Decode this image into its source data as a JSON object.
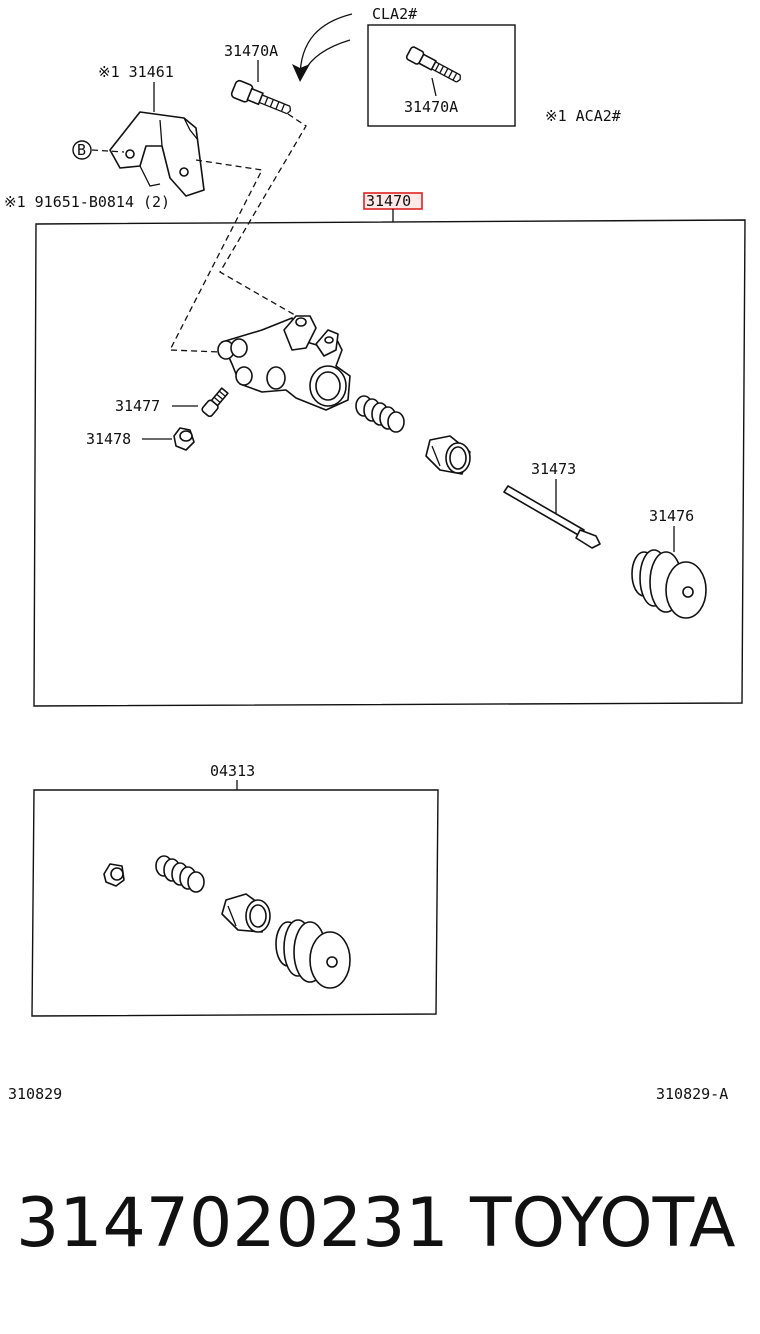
{
  "callouts": {
    "top_arrow_label": "CLA2#",
    "inset_part": "31470A",
    "bolt_part": "31470A",
    "note_right": "※1 ACA2#",
    "bracket_part": "※1 31461",
    "bolt_b_marker": "B",
    "bolt_b_part": "※1 91651-B0814 (2)",
    "assembly_part": "31470",
    "bleeder_plug": "31477",
    "bleeder_cap": "31478",
    "push_rod": "31473",
    "boot": "31476",
    "kit_part": "04313"
  },
  "footer": {
    "left_code": "310829",
    "right_code": "310829-A"
  },
  "caption": {
    "part_number": "3147020231",
    "brand": "TOYOTA"
  },
  "colors": {
    "highlight_border": "#d22222",
    "highlight_fill": "#fde8e8",
    "ink": "#111111"
  }
}
